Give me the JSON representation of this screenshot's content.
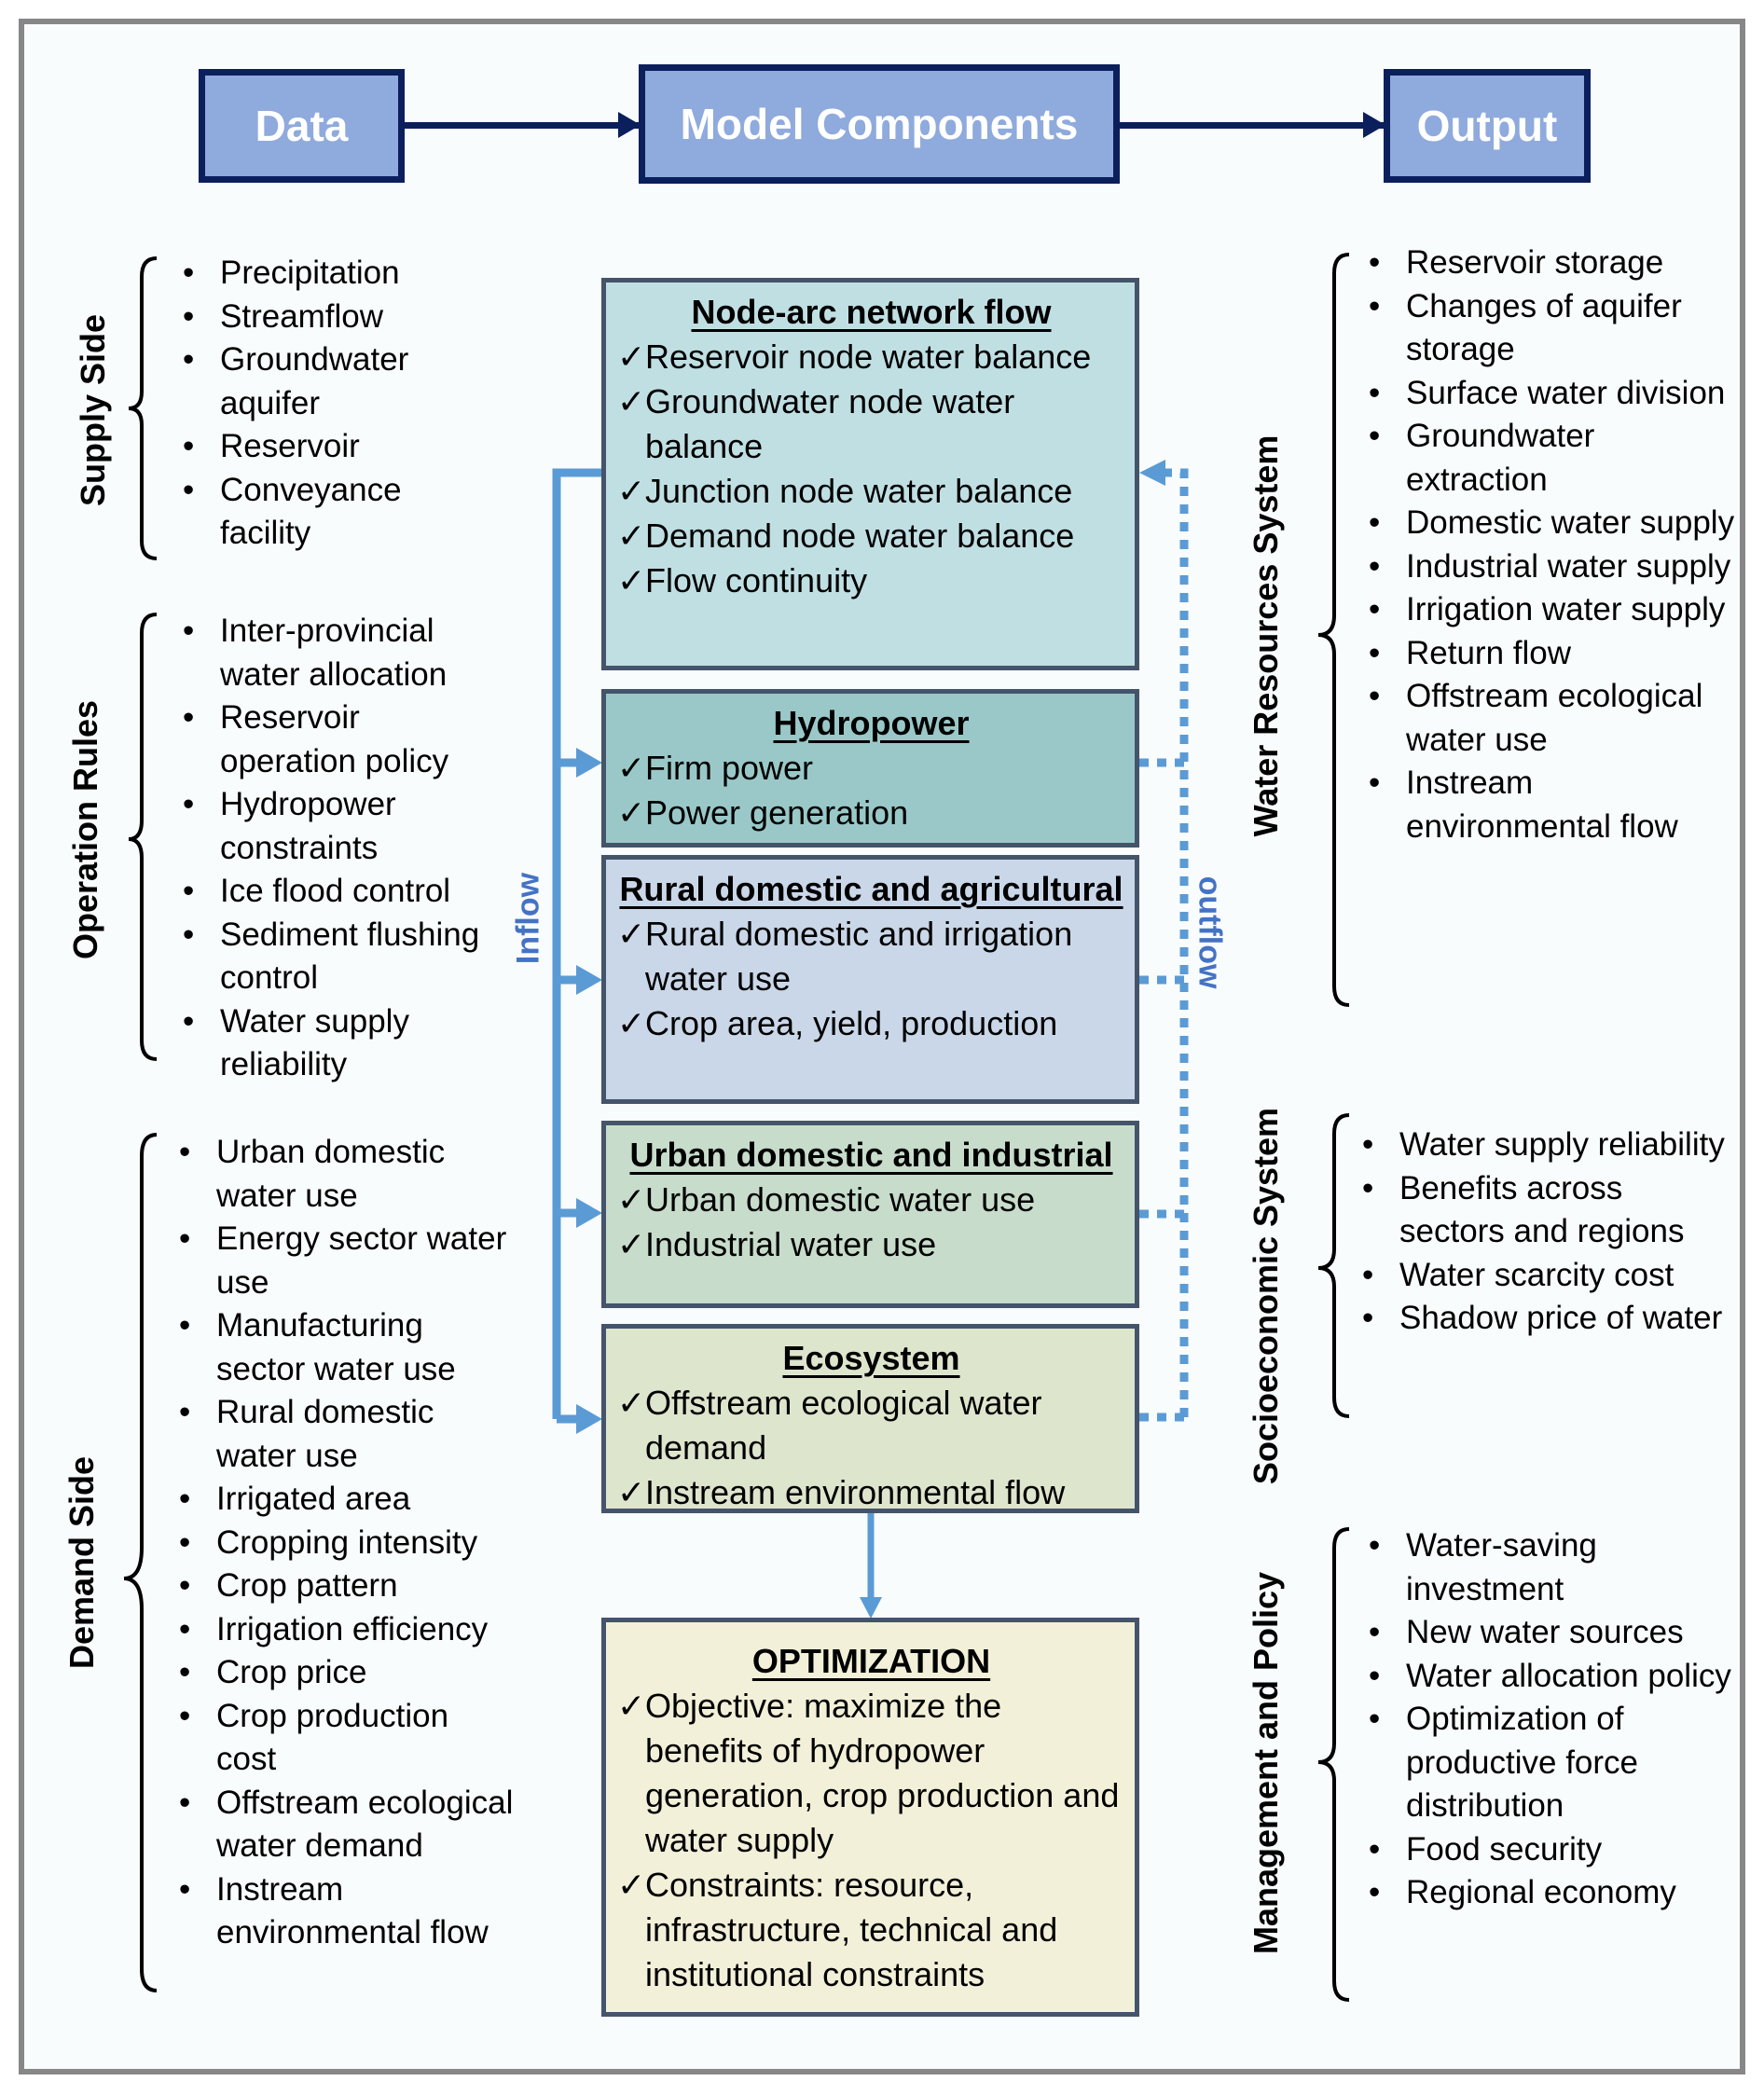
{
  "header": {
    "data_label": "Data",
    "model_label": "Model Components",
    "output_label": "Output"
  },
  "colors": {
    "header_fill": "#8faadc",
    "header_border": "#0b1f5c",
    "flow": "#5b9bd5",
    "flow_label": "#4472c4",
    "box_border": "#44546a"
  },
  "data_groups": [
    {
      "label": "Supply Side",
      "items": [
        "Precipitation",
        "Streamflow",
        "Groundwater aquifer",
        "Reservoir",
        "Conveyance facility"
      ]
    },
    {
      "label": "Operation Rules",
      "items": [
        "Inter-provincial water allocation",
        "Reservoir operation policy",
        "Hydropower constraints",
        "Ice flood control",
        "Sediment flushing control",
        "Water supply reliability"
      ]
    },
    {
      "label": "Demand Side",
      "items": [
        "Urban domestic water use",
        "Energy sector water use",
        "Manufacturing sector water use",
        "Rural domestic water use",
        "Irrigated area",
        "Cropping intensity",
        "Crop pattern",
        "Irrigation efficiency",
        "Crop price",
        "Crop production cost",
        "Offstream ecological water demand",
        "Instream environmental flow"
      ]
    }
  ],
  "components": [
    {
      "title": "Node-arc network flow",
      "fill": "#c0dfe3",
      "items": [
        "Reservoir node water balance",
        "Groundwater node water balance",
        "Junction node water balance",
        "Demand node water balance",
        "Flow continuity"
      ]
    },
    {
      "title": "Hydropower",
      "fill": "#9ac8c8",
      "items": [
        "Firm power",
        "Power generation"
      ]
    },
    {
      "title": "Rural domestic and agricultural",
      "fill": "#c9d7e8",
      "items": [
        "Rural domestic and irrigation water use",
        "Crop area, yield, production"
      ]
    },
    {
      "title": "Urban domestic and industrial",
      "fill": "#c7dccb",
      "items": [
        "Urban domestic water use",
        "Industrial water use"
      ]
    },
    {
      "title": "Ecosystem",
      "fill": "#dde5cd",
      "items": [
        "Offstream ecological water demand",
        "Instream environmental flow"
      ]
    },
    {
      "title": "OPTIMIZATION",
      "fill": "#f3f0d9",
      "items": [
        "Objective: maximize the benefits of hydropower generation, crop production and water supply",
        "Constraints: resource, infrastructure, technical and institutional constraints"
      ]
    }
  ],
  "flow_labels": {
    "inflow": "Inflow",
    "outflow": "outflow"
  },
  "check_glyph": "✓",
  "bullet_glyph": "•",
  "output_groups": [
    {
      "label": "Water Resources System",
      "items": [
        "Reservoir storage",
        "Changes of aquifer storage",
        "Surface water division",
        "Groundwater extraction",
        "Domestic water supply",
        "Industrial water supply",
        "Irrigation water supply",
        "Return flow",
        "Offstream ecological water use",
        "Instream environmental flow"
      ]
    },
    {
      "label": "Socioeconomic System",
      "items": [
        "Water supply reliability",
        "Benefits across sectors and regions",
        "Water scarcity cost",
        "Shadow price of water"
      ]
    },
    {
      "label": "Management and Policy",
      "items": [
        "Water-saving investment",
        "New water sources",
        "Water allocation policy",
        "Optimization of productive force distribution",
        "Food security",
        "Regional economy"
      ]
    }
  ]
}
